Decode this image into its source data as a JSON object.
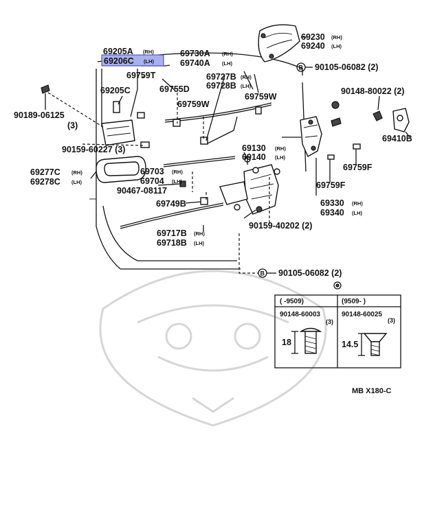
{
  "labels": {
    "p69230": "69230",
    "rh1": "(RH)",
    "p69240": "69240",
    "lh1": "(LH)",
    "p69205A": "69205A",
    "rh2": "(RH)",
    "p69206C": "69206C",
    "lh2": "(LH)",
    "p69730A": "69730A",
    "rh3": "(RH)",
    "p69740A": "69740A",
    "lh3": "(LH)",
    "p90105a": "90105-06082 (2)",
    "p69759T": "69759T",
    "p69727B": "69727B",
    "rh4": "(RH)",
    "p69728B": "69728B",
    "lh4": "(LH)",
    "p69205C": "69205C",
    "p69755D": "69755D",
    "p90148_80022": "90148-80022 (2)",
    "p69759Wa": "69759W",
    "p69759Wb": "69759W",
    "p90189": "90189-06125",
    "p90189q": "(3)",
    "p69410B": "69410B",
    "p90159_60227": "90159-60227 (3)",
    "p69130": "69130",
    "rh5": "(RH)",
    "p69140": "69140",
    "lh5": "(LH)",
    "p69277C": "69277C",
    "rh6": "(RH)",
    "p69278C": "69278C",
    "lh6": "(LH)",
    "p69703": "69703",
    "rh7": "(RH)",
    "p69704": "69704",
    "lh7": "(LH)",
    "p69759F_a": "69759F",
    "p90467": "90467-08117",
    "p69759F_b": "69759F",
    "p69749B": "69749B",
    "p69330": "69330",
    "rh8": "(RH)",
    "p69340": "69340",
    "lh8": "(LH)",
    "p90159_40202": "90159-40202 (2)",
    "p69717B": "69717B",
    "rh9": "(RH)",
    "p69718B": "69718B",
    "lh9": "(LH)",
    "p90105b": "90105-06082 (2)",
    "diagram_code": "MB  X180-C"
  },
  "screw_table": {
    "col1_header": "(     -9509)",
    "col2_header": "(9509-     )",
    "col1_part": "90148-60003",
    "col1_qty": "(3)",
    "col2_part": "90148-60025",
    "col2_qty": "(3)",
    "col1_len": "18",
    "col2_len": "14.5"
  },
  "colors": {
    "highlight": "#a8b0f0",
    "highlight_border": "#3a44b0",
    "ink": "#111111",
    "watermark": "#d6d6d6"
  }
}
